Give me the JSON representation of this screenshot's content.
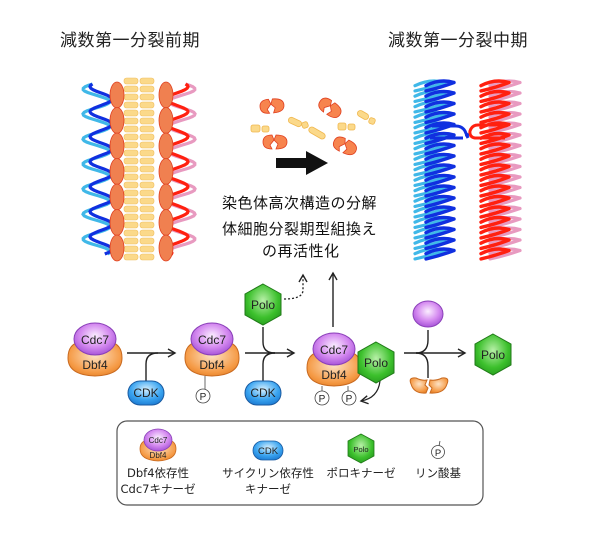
{
  "titles": {
    "left": "減数第一分裂前期",
    "right": "減数第一分裂中期"
  },
  "captions": {
    "line1": "染色体高次構造の分解",
    "line2": "体細胞分裂期型組換え",
    "line3": "の再活性化"
  },
  "molecules": {
    "cdc7": "Cdc7",
    "dbf4": "Dbf4",
    "cdk": "CDK",
    "polo": "Polo",
    "phosphate": "P"
  },
  "legend": {
    "items": [
      {
        "icon": "cdc7-dbf4-complex",
        "label_line1": "Dbf4依存性",
        "label_line2": "Cdc7キナーゼ"
      },
      {
        "icon": "cdk-oval",
        "label_line1": "サイクリン依存性",
        "label_line2": "キナーゼ"
      },
      {
        "icon": "polo-hexagon",
        "label_line1": "ポロキナーゼ",
        "label_line2": ""
      },
      {
        "icon": "phosphate-circle",
        "label_line1": "リン酸基",
        "label_line2": ""
      }
    ]
  },
  "colors": {
    "cdc7_purple": "#c77be8",
    "dbf4_orange": "#f39a45",
    "cdk_blue": "#3a9ee8",
    "polo_green": "#3bbb2b",
    "axis_orange": "#f08050",
    "cohesin_yellow": "#fbd98a",
    "blue_dark": "#1030e0",
    "blue_light": "#40b8e8",
    "red": "#ff2010",
    "pink": "#e89ac0"
  }
}
